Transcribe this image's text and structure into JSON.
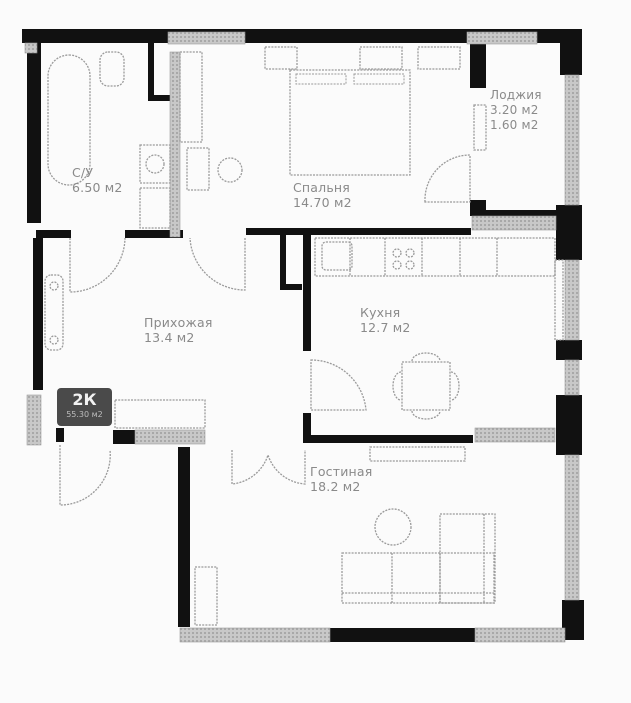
{
  "plan": {
    "type": "apartment-floor-plan",
    "badge": {
      "title": "2К",
      "subtitle": "55.30 м2"
    },
    "rooms": [
      {
        "id": "bathroom",
        "name": "С/У",
        "area": "6.50 м2"
      },
      {
        "id": "bedroom",
        "name": "Спальня",
        "area": "14.70 м2"
      },
      {
        "id": "loggia",
        "name": "Лоджия",
        "area": "3.20 м2",
        "area_reduced": "1.60 м2"
      },
      {
        "id": "hallway",
        "name": "Прихожая",
        "area": "13.4 м2"
      },
      {
        "id": "kitchen",
        "name": "Кухня",
        "area": "12.7 м2"
      },
      {
        "id": "living",
        "name": "Гостиная",
        "area": "18.2 м2"
      }
    ],
    "colors": {
      "wall": "#111111",
      "window": "#b8b8b8",
      "furniture": "#9a9a9a",
      "text": "#8a8a8a",
      "badge": "#4a4a4a",
      "background": "#fbfbfb"
    }
  }
}
